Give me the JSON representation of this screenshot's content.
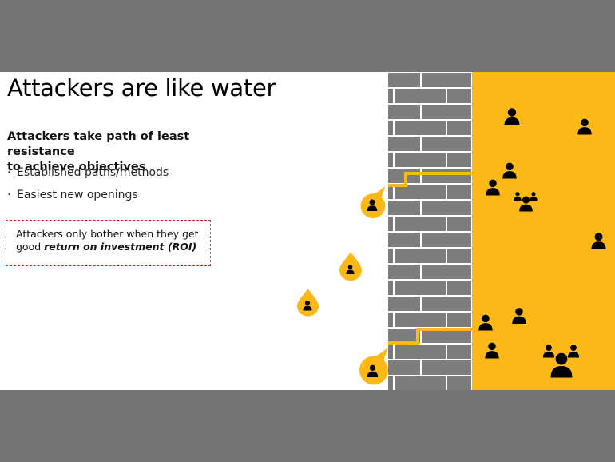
{
  "slide": {
    "title": "Attackers are like water",
    "subtitle_line1": "Attackers take path of least resistance",
    "subtitle_line2": "to achieve objectives",
    "bullets": [
      {
        "marker": "·",
        "text": "Established paths/methods"
      },
      {
        "marker": "·",
        "text": "Easiest new openings"
      }
    ],
    "callout": {
      "text_line1": "Attackers only bother when they get",
      "text_prefix": "good ",
      "text_emphasis": "return on investment (ROI)"
    }
  },
  "colors": {
    "background": "#747474",
    "wall_brick": "#7d7d7d",
    "wall_mortar": "#ffffff",
    "target_zone": "#fcb816",
    "drop": "#fcb816",
    "person": "#000000",
    "callout_border": "#e02020"
  },
  "icons": {
    "drop": "water-drop-icon",
    "person": "person-icon",
    "group": "people-group-icon"
  }
}
